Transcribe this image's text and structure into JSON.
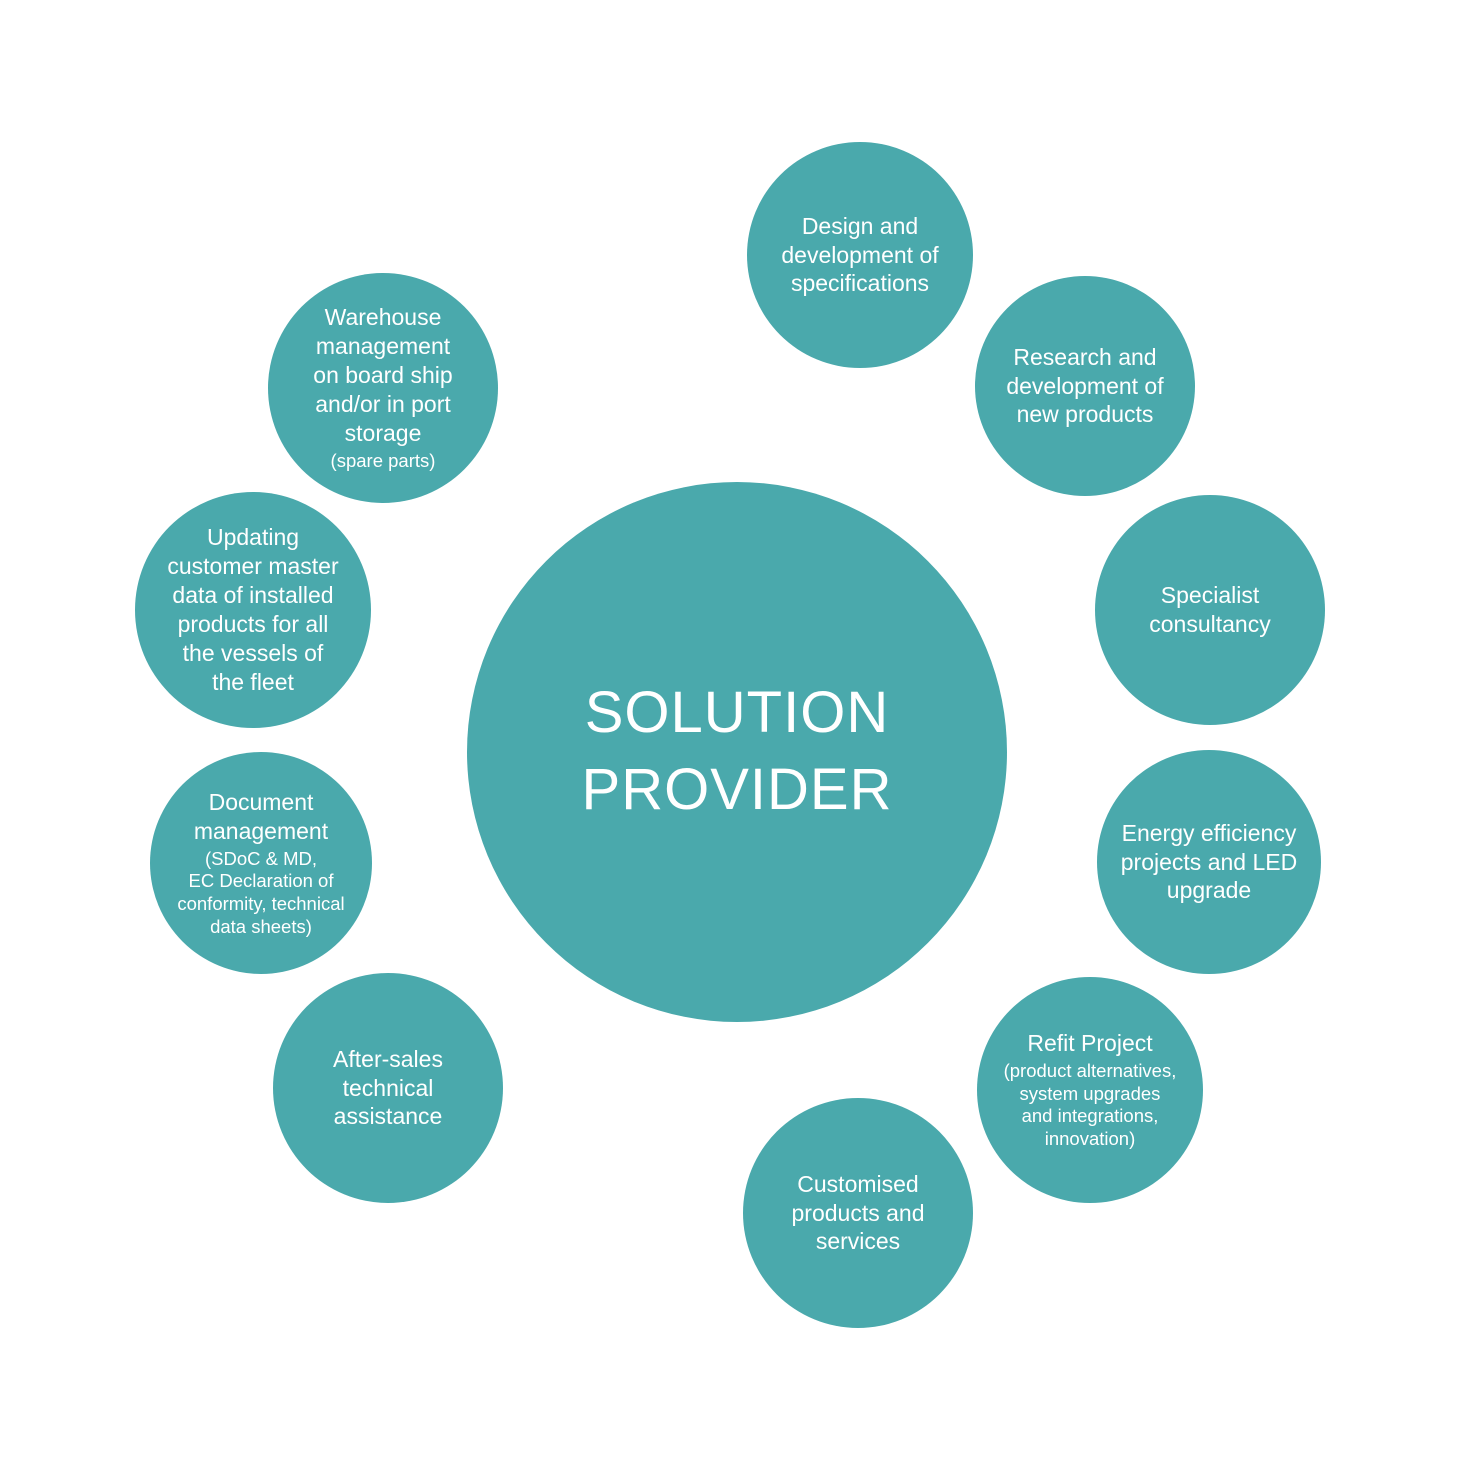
{
  "colors": {
    "circle_fill": "#4AA9AC",
    "text": "#FFFFFF",
    "background": "#FFFFFF"
  },
  "center": {
    "label": "SOLUTION\nPROVIDER"
  },
  "nodes": [
    {
      "text": "Design and\ndevelopment of\nspecifications"
    },
    {
      "text": "Research and\ndevelopment of\nnew products"
    },
    {
      "text": "Specialist\nconsultancy"
    },
    {
      "text": "Energy efficiency\nprojects and LED\nupgrade"
    },
    {
      "text": "Refit Project",
      "subtext": "(product alternatives,\nsystem upgrades\nand integrations,\ninnovation)"
    },
    {
      "text": "Customised\nproducts and\nservices"
    },
    {
      "text": "After-sales\ntechnical\nassistance"
    },
    {
      "text": "Document\nmanagement",
      "subtext": "(SDoC & MD,\nEC Declaration of\nconformity, technical\ndata sheets)"
    },
    {
      "text": "Updating\ncustomer master\ndata of installed\nproducts for all\nthe vessels of\nthe fleet"
    },
    {
      "text": "Warehouse\nmanagement\non board ship\nand/or in port\nstorage",
      "subtext": "(spare parts)"
    }
  ]
}
